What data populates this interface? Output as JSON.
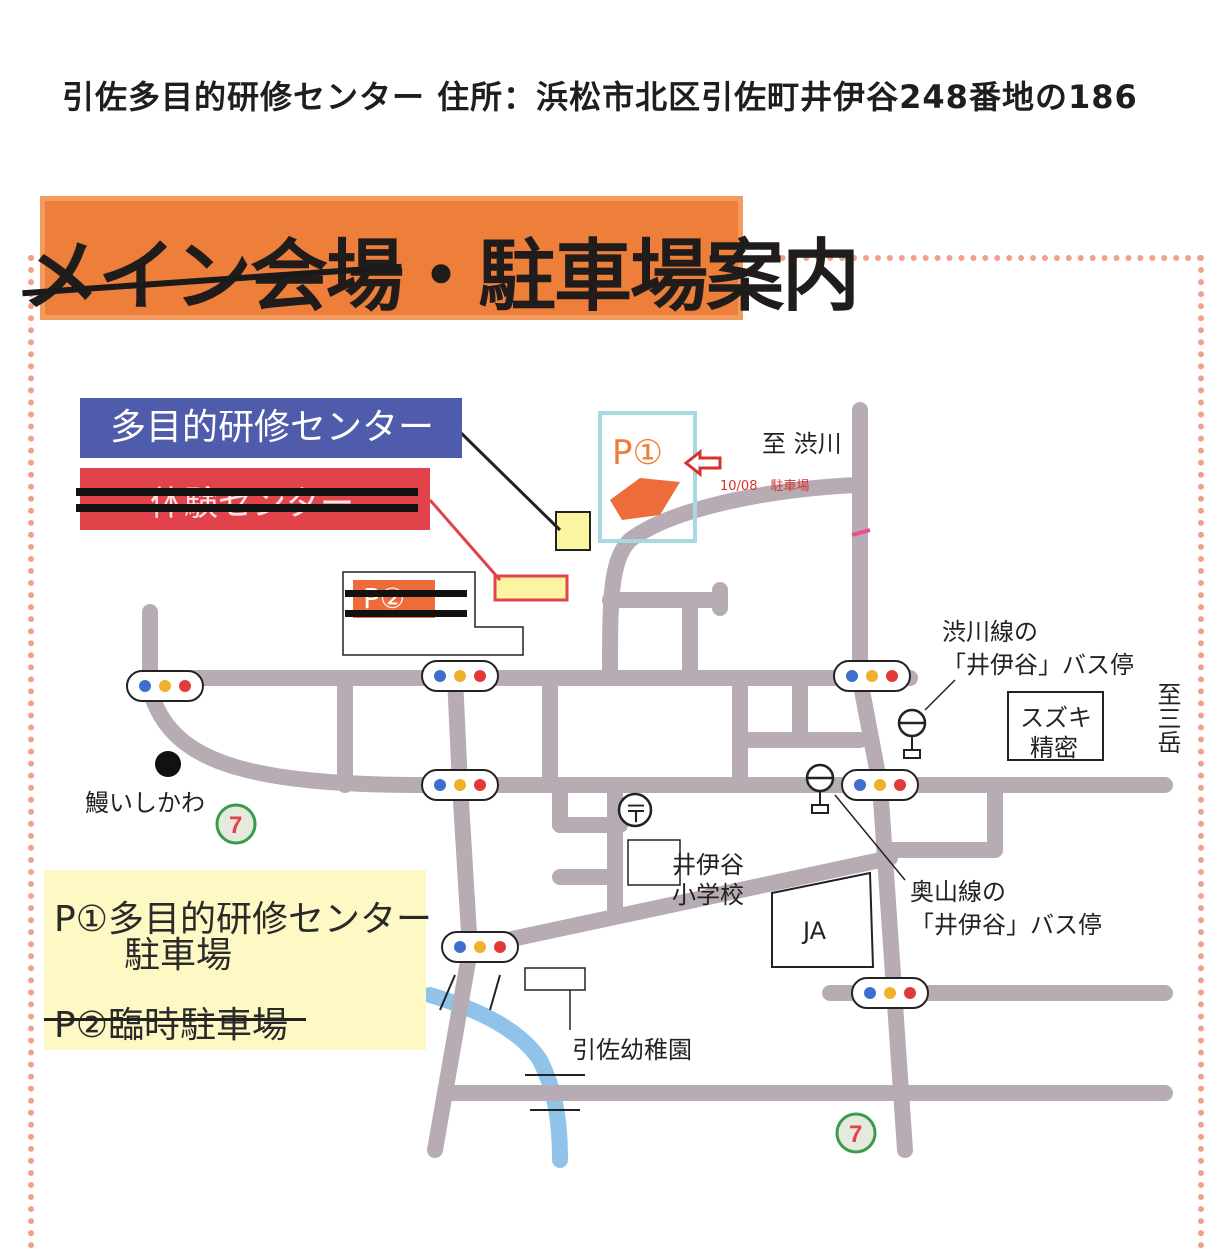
{
  "header": {
    "title": "引佐多目的研修センター 住所：浜松市北区引佐町井伊谷248番地の186"
  },
  "banner": {
    "struck_text": "メイン会場",
    "separator": "・",
    "text": "駐車場案内",
    "color": "#ee7f3a"
  },
  "labels": {
    "center": "多目的研修センター",
    "red_box_struck": "体験センター",
    "p1": "P①",
    "p2": "P②",
    "parking_note": "10/08　駐車場",
    "to_shibukawa": "至 渋川",
    "to_mitake": "至三岳",
    "shibukawa_bus_line1": "渋川線の",
    "shibukawa_bus_line2": "「井伊谷」バス停",
    "suzuki_line1": "スズキ",
    "suzuki_line2": "精密",
    "unagi": "鰻いしかわ",
    "school_line1": "井伊谷",
    "school_line2": "小学校",
    "okuyama_bus_line1": "奥山線の",
    "okuyama_bus_line2": "「井伊谷」バス停",
    "ja": "JA",
    "kindergarten": "引佐幼稚園",
    "post_office_symbol": "〒"
  },
  "legend": {
    "p1_line1": "P①多目的研修センター",
    "p1_line2": "駐車場",
    "p2_struck": "P②臨時駐車場"
  },
  "icons": {
    "traffic_light": "traffic-light-icon",
    "bus_stop": "bus-stop-icon",
    "convenience_store": "seven-eleven-icon",
    "post_office": "post-office-icon",
    "arrow": "arrow-left-icon"
  },
  "colors": {
    "road": "#b8acb4",
    "river": "#8fc3ea",
    "parking": "#ee6c3a",
    "highlight_box": "#a8d8e2",
    "arrow": "#d8322e"
  }
}
